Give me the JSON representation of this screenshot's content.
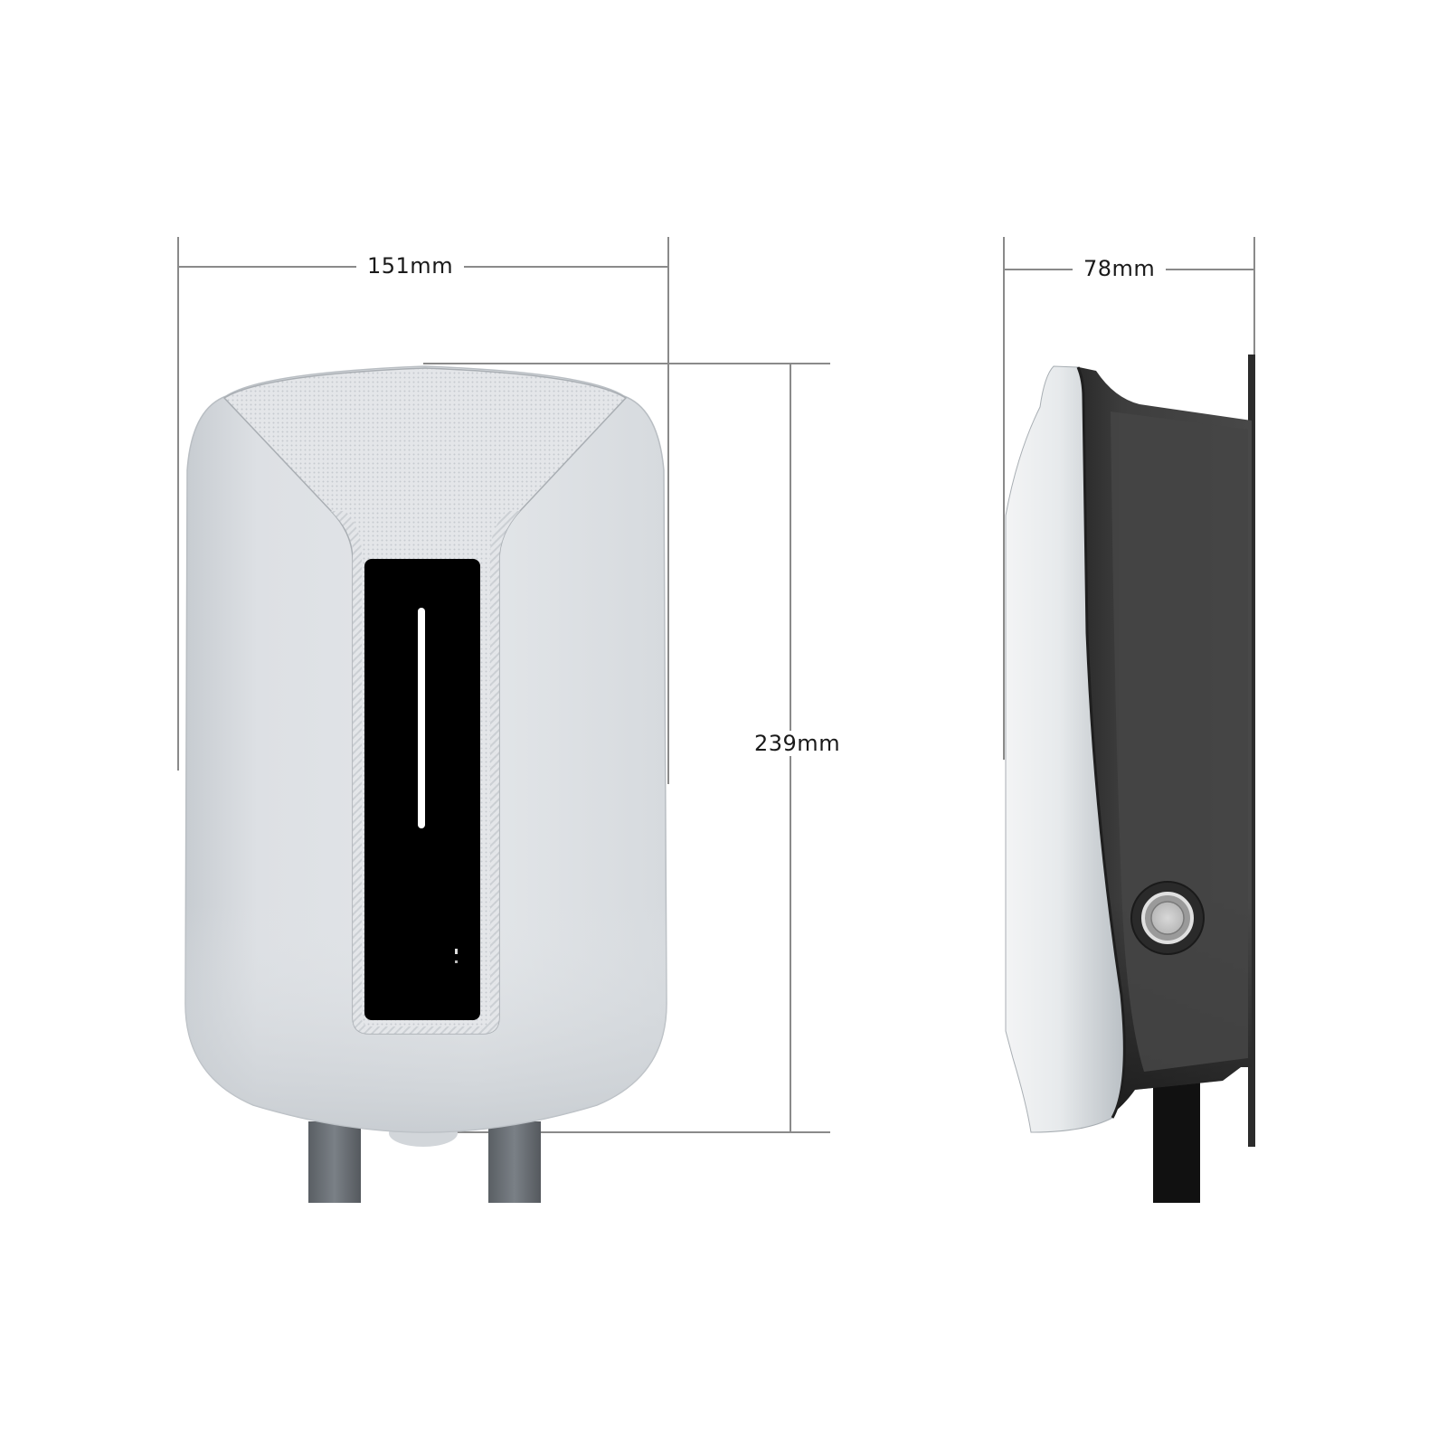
{
  "diagram": {
    "type": "product-dimension-drawing",
    "subject": "wall-mounted EV charger",
    "views": [
      {
        "name": "front-view",
        "dimensions": {
          "width": "151mm",
          "height": "239mm"
        }
      },
      {
        "name": "side-view",
        "dimensions": {
          "depth": "78mm"
        }
      }
    ]
  },
  "labels": {
    "front_width": "151mm",
    "front_height": "239mm",
    "side_depth": "78mm"
  },
  "colors": {
    "background": "#ffffff",
    "dimension_line": "#8a8a8a",
    "shell_light": "#e3e6e9",
    "shell_shadow": "#c9ced3",
    "texture_panel": "#dfe2e5",
    "display": "#000000",
    "light_bar": "#ffffff",
    "side_body": "#3c3c3c",
    "cable_front": "#6e7378",
    "cable_side": "#111111",
    "button_ring": "#c8c8c8"
  }
}
